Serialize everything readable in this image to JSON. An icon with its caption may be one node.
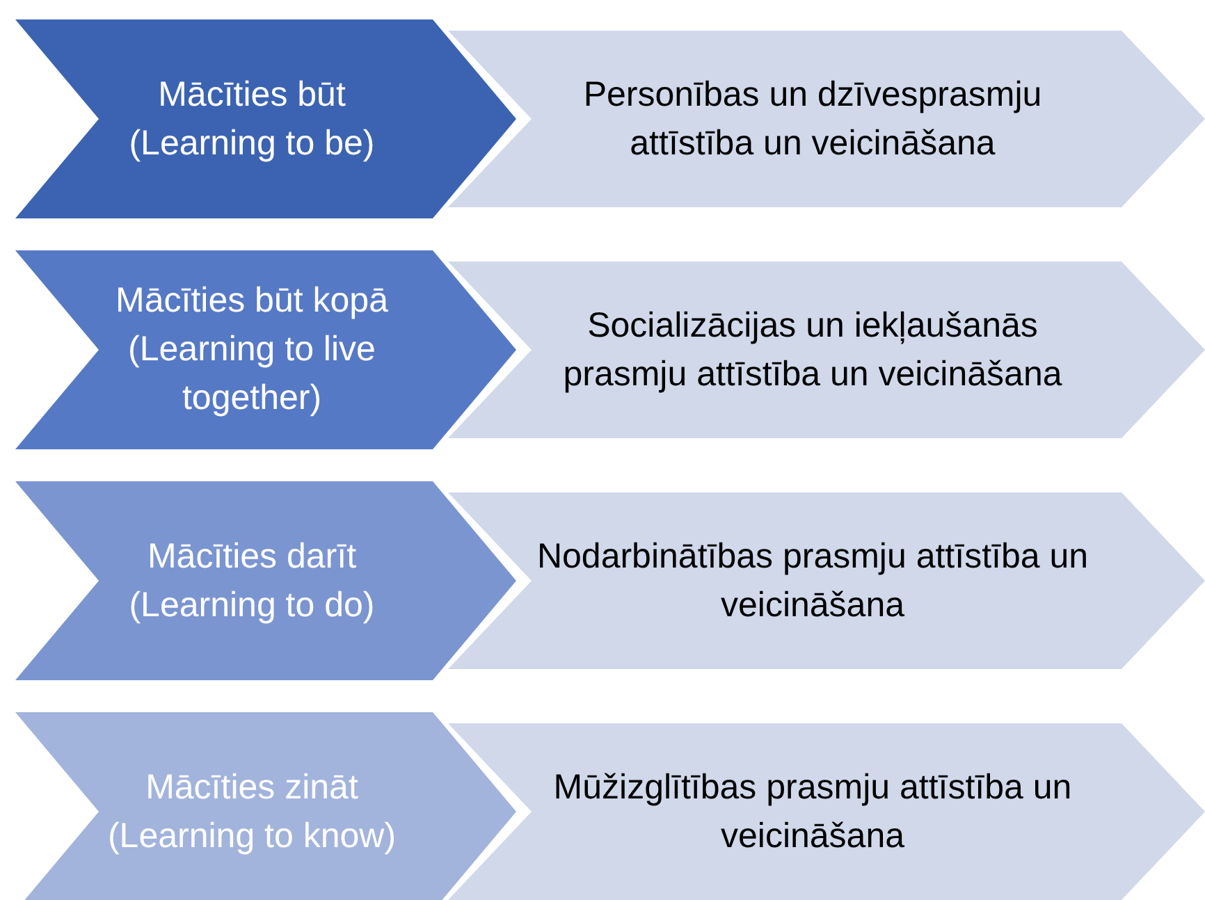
{
  "diagram": {
    "nodes": [
      {
        "text": [
          "Mācīties būt (Learning to be)"
        ]
      },
      {
        "text": [
          "Personības un dzīvesprasmju attīstība un veicināšana"
        ]
      },
      {
        "text": [
          "Mācīties būt kopā (Learning to live together)"
        ]
      },
      {
        "text": [
          "Socializācijas un iekļaušanās prasmju attīstība un veicināšana"
        ]
      },
      {
        "text": [
          "Mācīties darīt (Learning to do)"
        ]
      },
      {
        "text": [
          "Nodarbinātības prasmju attīstība un veicināšana"
        ]
      },
      {
        "text": [
          "Mācīties zināt (Learning to know)"
        ]
      },
      {
        "text": [
          "Mūžizglītības prasmju attīstība un veicināšana"
        ]
      }
    ]
  }
}
